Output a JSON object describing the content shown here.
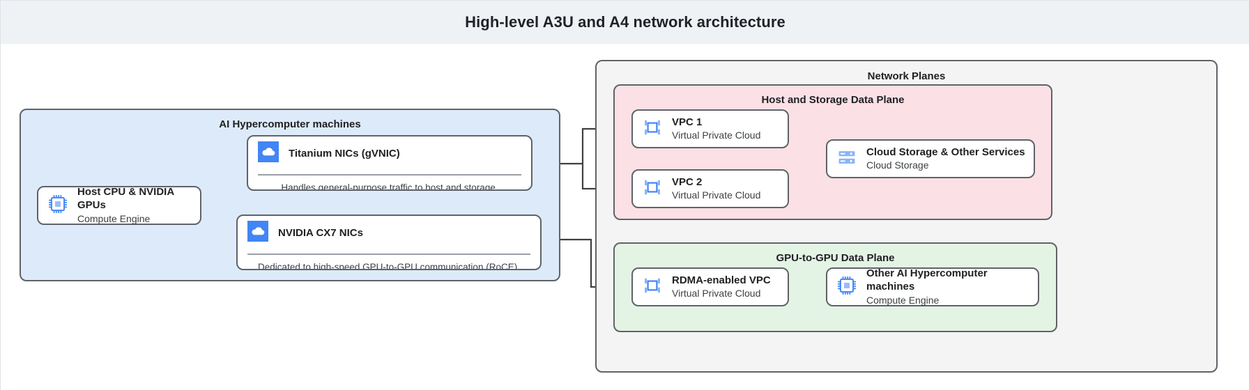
{
  "header": {
    "title": "High-level A3U and A4 network architecture"
  },
  "diagram": {
    "type": "architecture-flow",
    "groups": {
      "machines": {
        "title": "AI Hypercomputer machines",
        "color": "#ddeaf9"
      },
      "network_planes": {
        "title": "Network Planes",
        "color": "#f4f4f4"
      },
      "host_storage_plane": {
        "title": "Host and Storage Data Plane",
        "color": "#fbe0e6"
      },
      "gpu_plane": {
        "title": "GPU-to-GPU Data Plane",
        "color": "#e3f3e4"
      }
    },
    "nodes": {
      "host": {
        "title": "Host CPU & NVIDIA GPUs",
        "subtitle": "Compute Engine",
        "icon": "cpu-chip-icon"
      },
      "titanium": {
        "title": "Titanium NICs (gVNIC)",
        "desc": "Handles general-purpose traffic to host and storage.",
        "icon": "cloud-icon"
      },
      "cx7": {
        "title": "NVIDIA CX7 NICs",
        "desc": "Dedicated to high-speed GPU-to-GPU communication (RoCE).",
        "icon": "cloud-icon"
      },
      "vpc1": {
        "title": "VPC 1",
        "subtitle": "Virtual Private Cloud",
        "icon": "vpc-icon"
      },
      "vpc2": {
        "title": "VPC 2",
        "subtitle": "Virtual Private Cloud",
        "icon": "vpc-icon"
      },
      "storage": {
        "title": "Cloud Storage & Other Services",
        "subtitle": "Cloud Storage",
        "icon": "cloud-storage-icon"
      },
      "rdma_vpc": {
        "title": "RDMA-enabled VPC",
        "subtitle": "Virtual Private Cloud",
        "icon": "vpc-icon"
      },
      "other_machines": {
        "title": "Other AI Hypercomputer machines",
        "subtitle": "Compute Engine",
        "icon": "cpu-chip-icon"
      }
    },
    "edges": [
      {
        "from": "host",
        "to": "titanium"
      },
      {
        "from": "host",
        "to": "cx7"
      },
      {
        "from": "titanium",
        "to": "vpc1"
      },
      {
        "from": "titanium",
        "to": "vpc2"
      },
      {
        "from": "vpc1",
        "to": "storage"
      },
      {
        "from": "vpc2",
        "to": "storage"
      },
      {
        "from": "cx7",
        "to": "rdma_vpc"
      },
      {
        "from": "rdma_vpc",
        "to": "other_machines"
      }
    ],
    "colors": {
      "header_bg": "#eef2f4",
      "stroke": "#5f6368",
      "icon_blue": "#4285f4",
      "icon_blue_light": "#8ab4f8"
    }
  }
}
